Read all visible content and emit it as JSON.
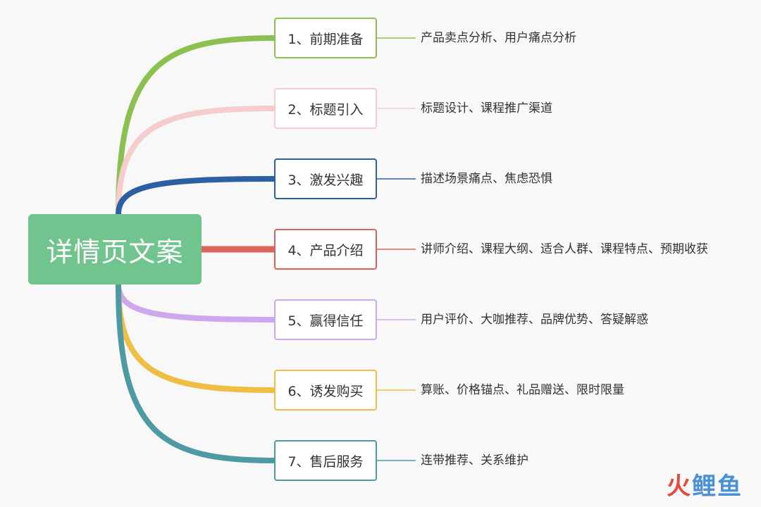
{
  "root": {
    "label": "详情页文案",
    "color": "#72c48e"
  },
  "branches": [
    {
      "label": "1、前期准备",
      "detail": "产品卖点分析、用户痛点分析",
      "color": "#8cc152"
    },
    {
      "label": "2、标题引入",
      "detail": "标题设计、课程推广渠道",
      "color": "#f6cccc"
    },
    {
      "label": "3、激发兴趣",
      "detail": "描述场景痛点、焦虑恐惧",
      "color": "#2d5fa3"
    },
    {
      "label": "4、产品介绍",
      "detail": "讲师介绍、课程大纲、适合人群、课程特点、预期收获",
      "color": "#d9645a"
    },
    {
      "label": "5、赢得信任",
      "detail": "用户评价、大咖推荐、品牌优势、答疑解惑",
      "color": "#cda8ec"
    },
    {
      "label": "6、诱发购买",
      "detail": "算账、价格锚点、礼品赠送、限时限量",
      "color": "#f0bd45"
    },
    {
      "label": "7、售后服务",
      "detail": "连带推荐、关系维护",
      "color": "#4e9aa2"
    }
  ],
  "watermark": {
    "part1": "火",
    "part2": "鲤鱼",
    "color1": "#e5483d",
    "color2": "#4a90d9"
  }
}
